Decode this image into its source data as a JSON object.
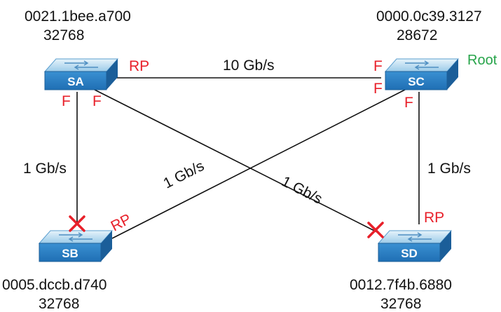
{
  "switches": {
    "sa": {
      "name": "SA",
      "mac": "0021.1bee.a700",
      "priority": "32768"
    },
    "sb": {
      "name": "SB",
      "mac": "0005.dccb.d740",
      "priority": "32768"
    },
    "sc": {
      "name": "SC",
      "mac": "0000.0c39.3127",
      "priority": "28672",
      "tag": "Root"
    },
    "sd": {
      "name": "SD",
      "mac": "0012.7f4b.6880",
      "priority": "32768"
    }
  },
  "links": {
    "sa_sc": "10 Gb/s",
    "sa_sb": "1 Gb/s",
    "sc_sd": "1 Gb/s",
    "sc_sb": "1 Gb/s",
    "sa_sd": "1 Gb/s"
  },
  "ports": {
    "sa_root_port": "RP",
    "sa_f_left": "F",
    "sa_f_right": "F",
    "sc_f_top": "F",
    "sc_f_mid": "F",
    "sc_f_right": "F",
    "sb_root_port": "RP",
    "sd_root_port": "RP"
  },
  "colors": {
    "port_label": "#e8202a",
    "root_label": "#27a44a",
    "blocked_marker": "#e8202a",
    "switch_body": "#2c82c9"
  },
  "blocked_ports": [
    "sb-top",
    "sd-left"
  ]
}
